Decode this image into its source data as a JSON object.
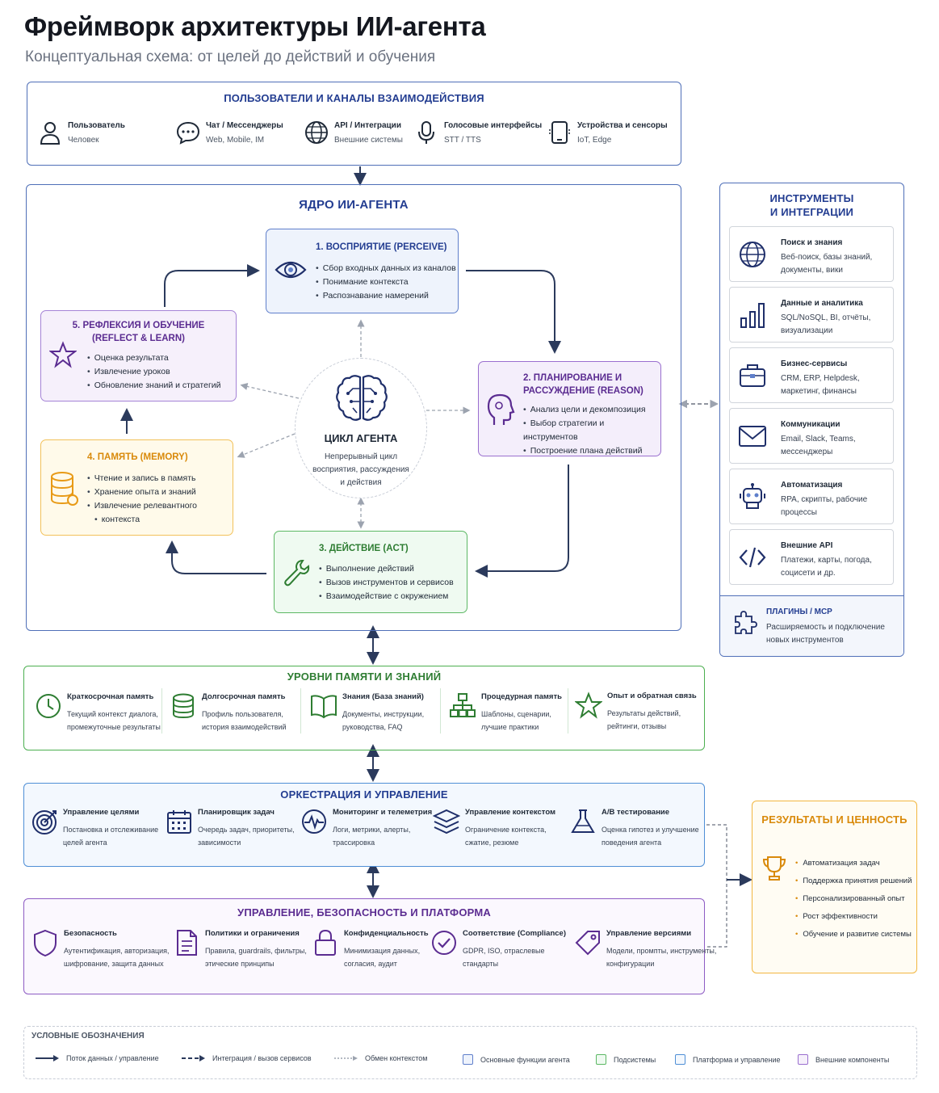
{
  "title": "Фреймворк архитектуры ИИ-агента",
  "subtitle": "Концептуальная схема: от целей до действий и обучения",
  "users": {
    "title": "ПОЛЬЗОВАТЕЛИ И КАНАЛЫ ВЗАИМОДЕЙСТВИЯ",
    "items": [
      {
        "name": "Пользователь",
        "desc": "Человек",
        "icon": "user-icon"
      },
      {
        "name": "Чат / Мессенджеры",
        "desc": "Web, Mobile, IM",
        "icon": "chat-icon"
      },
      {
        "name": "API / Интеграции",
        "desc": "Внешние системы",
        "icon": "globe-icon"
      },
      {
        "name": "Голосовые интерфейсы",
        "desc": "STT / TTS",
        "icon": "microphone-icon"
      },
      {
        "name": "Устройства и сенсоры",
        "desc": "IoT, Edge",
        "icon": "device-icon"
      }
    ]
  },
  "core": {
    "title": "ЯДРО ИИ-АГЕНТА",
    "perceive": {
      "title": "1. ВОСПРИЯТИЕ (PERCEIVE)",
      "items": [
        "Сбор входных данных из каналов",
        "Понимание контекста",
        "Распознавание намерений"
      ]
    },
    "reason": {
      "title_1": "2. ПЛАНИРОВАНИЕ И",
      "title_2": "РАССУЖДЕНИЕ (REASON)",
      "items": [
        "Анализ цели и декомпозиция",
        "Выбор стратегии и инструментов",
        "Построение плана действий"
      ]
    },
    "act": {
      "title": "3. ДЕЙСТВИЕ (ACT)",
      "items": [
        "Выполнение действий",
        "Вызов инструментов и сервисов",
        "Взаимодействие с окружением"
      ]
    },
    "memory": {
      "title": "4. ПАМЯТЬ (MEMORY)",
      "items": [
        "Чтение и запись в память",
        "Хранение опыта и знаний",
        "Извлечение релевантного",
        "контекста"
      ]
    },
    "reflect": {
      "title_1": "5. РЕФЛЕКСИЯ И ОБУЧЕНИЕ",
      "title_2": "(REFLECT & LEARN)",
      "items": [
        "Оценка результата",
        "Извлечение уроков",
        "Обновление знаний и стратегий"
      ]
    },
    "cycle": {
      "title": "ЦИКЛ АГЕНТА",
      "desc_1": "Непрерывный цикл",
      "desc_2": "восприятия, рассуждения",
      "desc_3": "и действия"
    }
  },
  "tools": {
    "title_1": "ИНСТРУМЕНТЫ",
    "title_2": "И ИНТЕГРАЦИИ",
    "items": [
      {
        "name": "Поиск и знания",
        "desc": [
          "Веб-поиск, базы знаний,",
          "документы, вики"
        ],
        "icon": "globe-icon"
      },
      {
        "name": "Данные и аналитика",
        "desc": [
          "SQL/NoSQL, BI, отчёты,",
          "визуализации"
        ],
        "icon": "bar-chart-icon"
      },
      {
        "name": "Бизнес-сервисы",
        "desc": [
          "CRM, ERP, Helpdesk,",
          "маркетинг, финансы"
        ],
        "icon": "briefcase-icon"
      },
      {
        "name": "Коммуникации",
        "desc": [
          "Email, Slack, Teams,",
          "мессенджеры"
        ],
        "icon": "envelope-icon"
      },
      {
        "name": "Автоматизация",
        "desc": [
          "RPA, скрипты, рабочие",
          "процессы"
        ],
        "icon": "robot-icon"
      },
      {
        "name": "Внешние API",
        "desc": [
          "Платежи, карты, погода,",
          "социсети и др."
        ],
        "icon": "code-icon"
      }
    ],
    "plugins": {
      "name": "ПЛАГИНЫ / MCP",
      "desc_1": "Расширяемость и подключение",
      "desc_2": "новых инструментов",
      "icon": "puzzle-icon"
    }
  },
  "memory_levels": {
    "title": "УРОВНИ ПАМЯТИ И ЗНАНИЙ",
    "items": [
      {
        "name": "Краткосрочная память",
        "desc": [
          "Текущий контекст диалога,",
          "промежуточные результаты"
        ],
        "icon": "clock-icon"
      },
      {
        "name": "Долгосрочная память",
        "desc": [
          "Профиль пользователя,",
          "история взаимодействий"
        ],
        "icon": "database-icon"
      },
      {
        "name": "Знания (База знаний)",
        "desc": [
          "Документы, инструкции,",
          "руководства, FAQ"
        ],
        "icon": "book-icon"
      },
      {
        "name": "Процедурная память",
        "desc": [
          "Шаблоны, сценарии,",
          "лучшие практики"
        ],
        "icon": "hierarchy-icon"
      },
      {
        "name": "Опыт и обратная связь",
        "desc": [
          "Результаты действий,",
          "рейтинги, отзывы"
        ],
        "icon": "star-icon"
      }
    ]
  },
  "orchestration": {
    "title": "ОРКЕСТРАЦИЯ И УПРАВЛЕНИЕ",
    "items": [
      {
        "name": "Управление целями",
        "desc": [
          "Постановка и отслеживание",
          "целей агента"
        ],
        "icon": "target-icon"
      },
      {
        "name": "Планировщик задач",
        "desc": [
          "Очередь задач, приоритеты,",
          "зависимости"
        ],
        "icon": "calendar-icon"
      },
      {
        "name": "Мониторинг и телеметрия",
        "desc": [
          "Логи, метрики, алерты,",
          "трассировка"
        ],
        "icon": "pulse-icon"
      },
      {
        "name": "Управление контекстом",
        "desc": [
          "Ограничение контекста,",
          "сжатие, резюме"
        ],
        "icon": "layers-icon"
      },
      {
        "name": "A/B тестирование",
        "desc": [
          "Оценка гипотез и улучшение",
          "поведения агента"
        ],
        "icon": "flask-icon"
      }
    ]
  },
  "governance": {
    "title": "УПРАВЛЕНИЕ, БЕЗОПАСНОСТЬ И ПЛАТФОРМА",
    "items": [
      {
        "name": "Безопасность",
        "desc": [
          "Аутентификация, авторизация,",
          "шифрование, защита данных"
        ],
        "icon": "shield-icon"
      },
      {
        "name": "Политики и ограничения",
        "desc": [
          "Правила, guardrails, фильтры,",
          "этические принципы"
        ],
        "icon": "document-icon"
      },
      {
        "name": "Конфиденциальность",
        "desc": [
          "Минимизация данных,",
          "согласия, аудит"
        ],
        "icon": "lock-icon"
      },
      {
        "name": "Соответствие (Compliance)",
        "desc": [
          "GDPR, ISO, отраслевые",
          "стандарты"
        ],
        "icon": "check-circle-icon"
      },
      {
        "name": "Управление версиями",
        "desc": [
          "Модели, промпты, инструменты,",
          "конфигурации"
        ],
        "icon": "tag-icon"
      }
    ]
  },
  "results": {
    "title": "РЕЗУЛЬТАТЫ И ЦЕННОСТЬ",
    "icon": "trophy-icon",
    "items": [
      "Автоматизация задач",
      "Поддержка принятия решений",
      "Персонализированный опыт",
      "Рост эффективности",
      "Обучение и развитие системы"
    ]
  },
  "legend": {
    "title": "УСЛОВНЫЕ ОБОЗНАЧЕНИЯ",
    "items": [
      "Поток данных / управление",
      "Интеграция / вызов сервисов",
      "Обмен контекстом",
      "Основные функции агента",
      "Подсистемы",
      "Платформа и управление",
      "Внешние компоненты"
    ]
  },
  "colors": {
    "core": "#4f6fb8",
    "perceive_bg": "#eef3fc",
    "reason_bg": "#f4eefb",
    "act_bg": "#effaf1",
    "memory_bg": "#fffaea",
    "reflect_bg": "#f6f0fb",
    "memory_levels": "#4caf50",
    "orchestration": "#4f8fd6",
    "governance": "#8e5cc4",
    "results": "#f2b640"
  }
}
